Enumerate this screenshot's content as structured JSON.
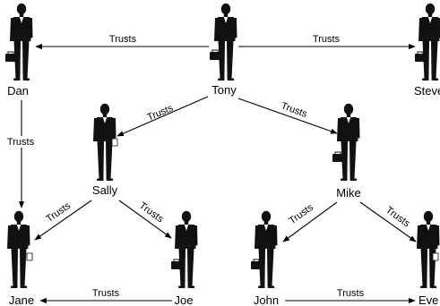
{
  "nodes": {
    "tony": {
      "name": "Tony"
    },
    "dan": {
      "name": "Dan"
    },
    "steve": {
      "name": "Steve"
    },
    "sally": {
      "name": "Sally"
    },
    "mike": {
      "name": "Mike"
    },
    "jane": {
      "name": "Jane"
    },
    "joe": {
      "name": "Joe"
    },
    "john": {
      "name": "John"
    },
    "eve": {
      "name": "Eve"
    }
  },
  "edges": {
    "tony_dan": {
      "label": "Trusts"
    },
    "tony_steve": {
      "label": "Trusts"
    },
    "tony_sally": {
      "label": "Trusts"
    },
    "tony_mike": {
      "label": "Trusts"
    },
    "dan_jane": {
      "label": "Trusts"
    },
    "sally_jane": {
      "label": "Trusts"
    },
    "sally_joe": {
      "label": "Trusts"
    },
    "mike_john": {
      "label": "Trusts"
    },
    "mike_eve": {
      "label": "Trusts"
    },
    "joe_jane": {
      "label": "Trusts"
    },
    "john_eve": {
      "label": "Trusts"
    }
  },
  "colors": {
    "ink": "#111111",
    "background": "#ffffff"
  },
  "icons": {
    "person": "businessperson-silhouette-icon",
    "briefcase": "briefcase-icon"
  }
}
